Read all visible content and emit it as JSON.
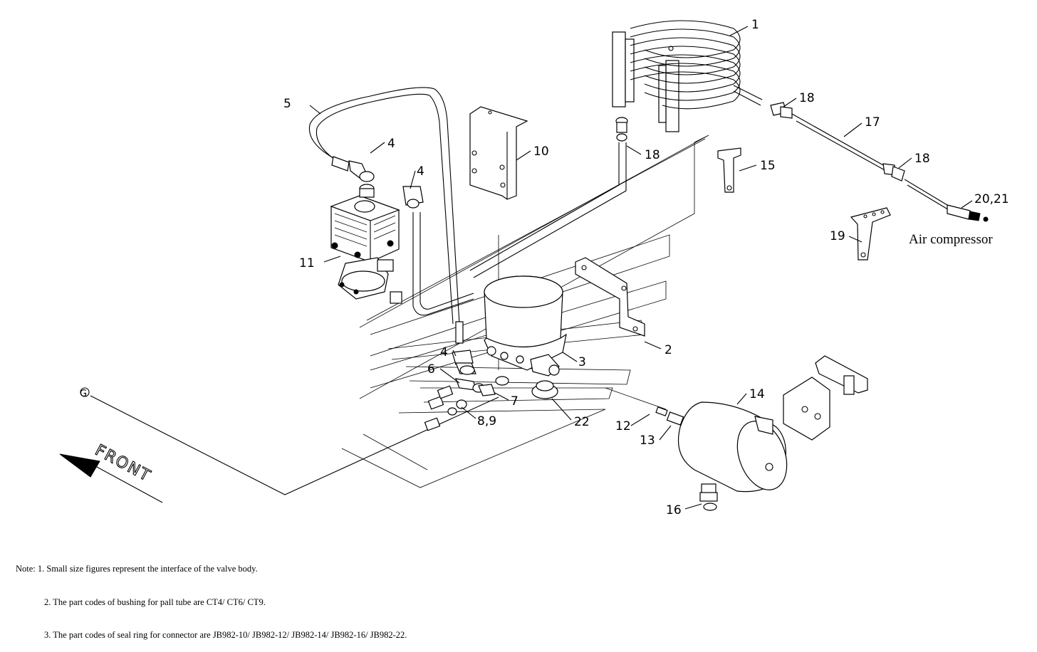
{
  "callouts": [
    "1",
    "2",
    "3",
    "4",
    "4",
    "4",
    "5",
    "6",
    "7",
    "8,9",
    "10",
    "11",
    "12",
    "13",
    "14",
    "15",
    "16",
    "17",
    "18",
    "18",
    "18",
    "19",
    "20,21",
    "22"
  ],
  "air_compressor_label": "Air compressor",
  "front_label": "FRONT",
  "g_label": "G",
  "notes": {
    "line1": "Note: 1. Small size figures represent the interface of the valve body.",
    "line2": "2. The part codes of bushing for pall tube are CT4/ CT6/ CT9.",
    "line3": "3. The part codes of seal ring for connector are JB982-10/ JB982-12/ JB982-14/ JB982-16/ JB982-22."
  }
}
